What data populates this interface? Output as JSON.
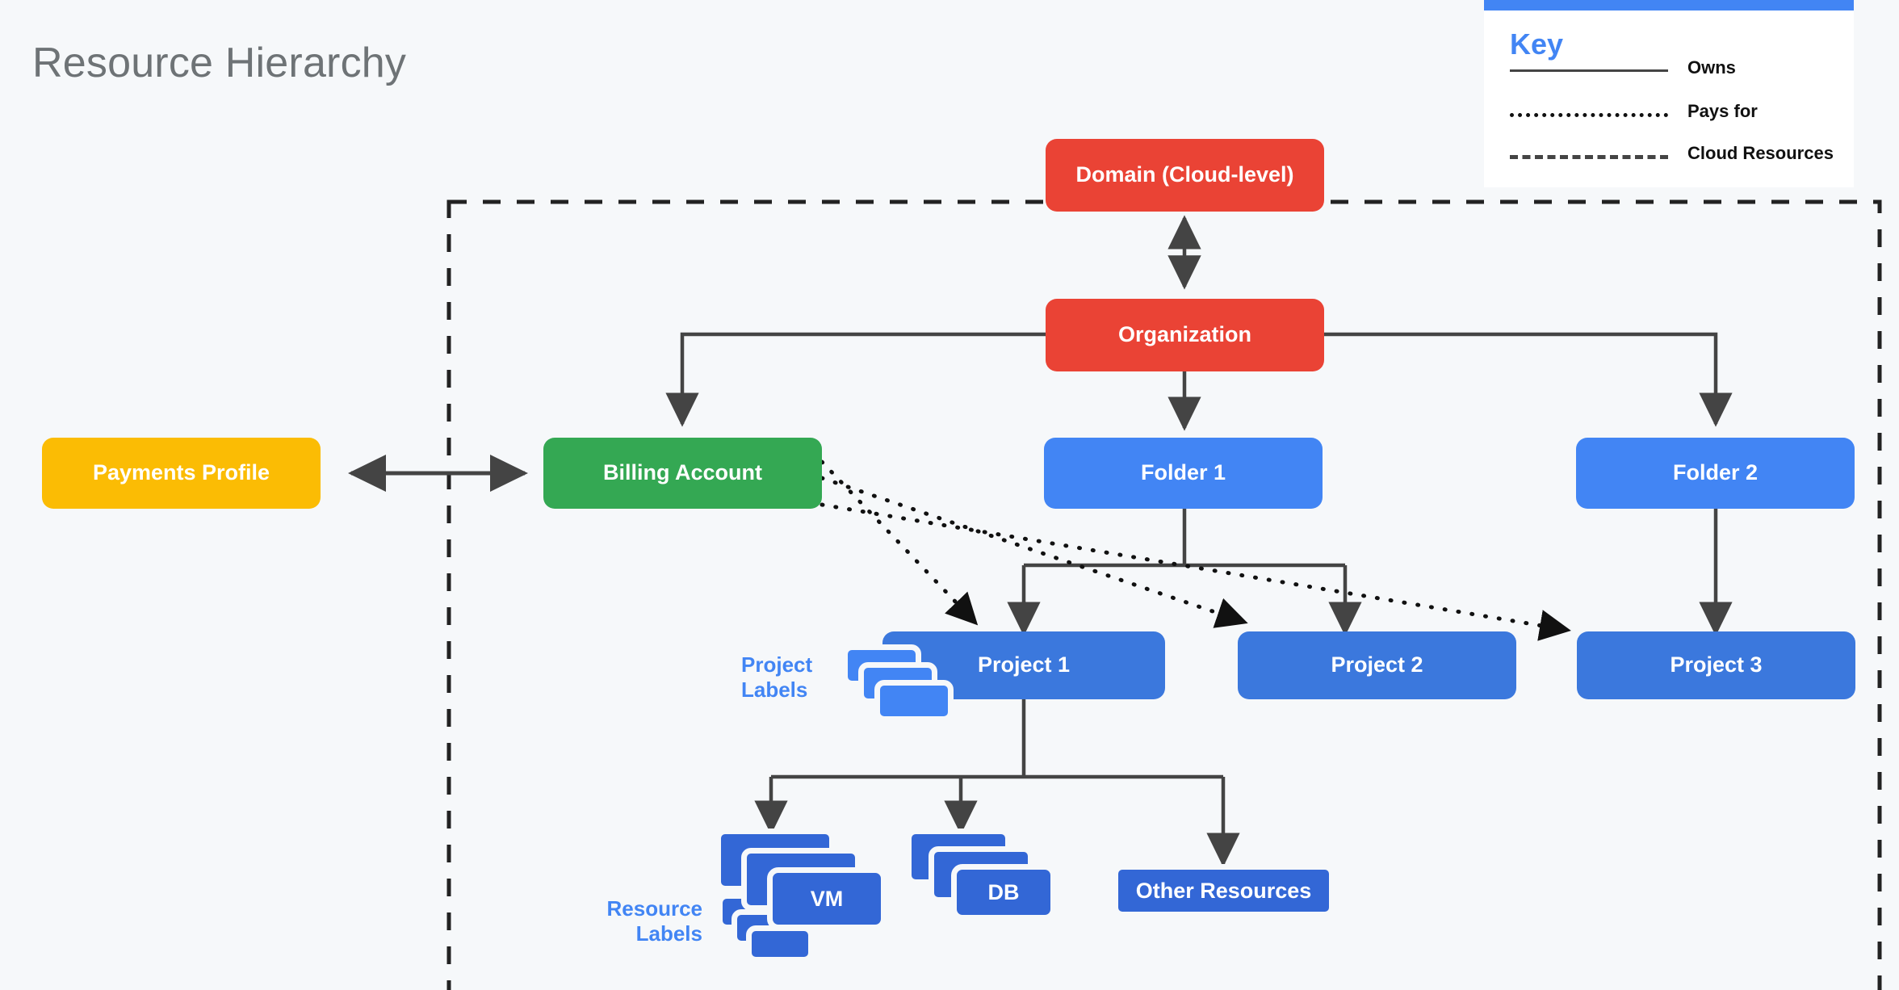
{
  "page": {
    "title": "Resource Hierarchy",
    "background_color": "#f6f8fa",
    "title_color": "#6e7376"
  },
  "key": {
    "title": "Key",
    "accent_color": "#4285f4",
    "entries": [
      {
        "style": "solid",
        "label": "Owns"
      },
      {
        "style": "dotted",
        "label": "Pays for"
      },
      {
        "style": "dashed",
        "label": "Cloud Resources"
      }
    ]
  },
  "boundary": {
    "name": "cloud-resources-boundary",
    "style": "dashed",
    "color": "#222222"
  },
  "nodes": {
    "domain": {
      "label": "Domain (Cloud-level)",
      "color": "#ea4335"
    },
    "organization": {
      "label": "Organization",
      "color": "#ea4335"
    },
    "payments_profile": {
      "label": "Payments Profile",
      "color": "#fbbc04"
    },
    "billing_account": {
      "label": "Billing Account",
      "color": "#34a853"
    },
    "folder_1": {
      "label": "Folder 1",
      "color": "#4285f4"
    },
    "folder_2": {
      "label": "Folder 2",
      "color": "#4285f4"
    },
    "project_1": {
      "label": "Project 1",
      "color": "#3b78dd"
    },
    "project_2": {
      "label": "Project 2",
      "color": "#3b78dd"
    },
    "project_3": {
      "label": "Project 3",
      "color": "#3b78dd"
    },
    "vm": {
      "label": "VM",
      "color": "#3367d6"
    },
    "db": {
      "label": "DB",
      "color": "#3367d6"
    },
    "other_resources": {
      "label": "Other Resources",
      "color": "#3367d6"
    }
  },
  "annotations": {
    "project_labels": {
      "label": "Project\nLabels",
      "color": "#4285f4"
    },
    "resource_labels": {
      "label": "Resource\nLabels",
      "color": "#4285f4"
    }
  },
  "edges": [
    {
      "from": "organization",
      "to": "domain",
      "type": "owns",
      "arrow": "both"
    },
    {
      "from": "organization",
      "to": "billing_account",
      "type": "owns",
      "arrow": "end"
    },
    {
      "from": "organization",
      "to": "folder_1",
      "type": "owns",
      "arrow": "end"
    },
    {
      "from": "organization",
      "to": "folder_2",
      "type": "owns",
      "arrow": "end"
    },
    {
      "from": "payments_profile",
      "to": "billing_account",
      "type": "owns",
      "arrow": "both"
    },
    {
      "from": "folder_1",
      "to": "project_1",
      "type": "owns",
      "arrow": "end"
    },
    {
      "from": "folder_1",
      "to": "project_2",
      "type": "owns",
      "arrow": "end"
    },
    {
      "from": "folder_2",
      "to": "project_3",
      "type": "owns",
      "arrow": "end"
    },
    {
      "from": "project_1",
      "to": "vm",
      "type": "owns",
      "arrow": "end"
    },
    {
      "from": "project_1",
      "to": "db",
      "type": "owns",
      "arrow": "end"
    },
    {
      "from": "project_1",
      "to": "other_resources",
      "type": "owns",
      "arrow": "end"
    },
    {
      "from": "billing_account",
      "to": "project_1",
      "type": "pays_for",
      "arrow": "end"
    },
    {
      "from": "billing_account",
      "to": "project_2",
      "type": "pays_for",
      "arrow": "end"
    },
    {
      "from": "billing_account",
      "to": "project_3",
      "type": "pays_for",
      "arrow": "end"
    }
  ]
}
